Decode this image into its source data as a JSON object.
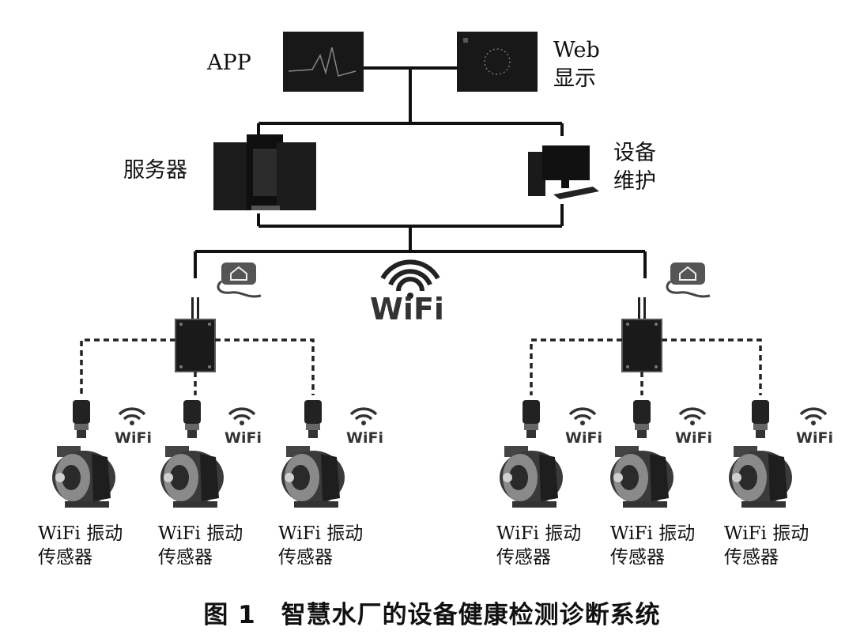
{
  "labels": {
    "app": "APP",
    "web_line1": "Web",
    "web_line2": "显示",
    "server": "服务器",
    "maint_line1": "设备",
    "maint_line2": "维护",
    "wifi_big": "WiFi",
    "wifi_small": "WiFi"
  },
  "sensors": [
    {
      "line1": "WiFi 振动",
      "line2": "传感器"
    },
    {
      "line1": "WiFi 振动",
      "line2": "传感器"
    },
    {
      "line1": "WiFi 振动",
      "line2": "传感器"
    },
    {
      "line1": "WiFi 振动",
      "line2": "传感器"
    },
    {
      "line1": "WiFi 振动",
      "line2": "传感器"
    },
    {
      "line1": "WiFi 振动",
      "line2": "传感器"
    }
  ],
  "caption": "图 1　智慧水厂的设备健康检测诊断系统",
  "icons": [
    "monitor-app-icon",
    "monitor-web-icon",
    "server-icon",
    "desktop-computer-icon",
    "router-icon",
    "wifi-icon",
    "gateway-icon",
    "vibration-sensor-icon",
    "electric-motor-icon"
  ]
}
